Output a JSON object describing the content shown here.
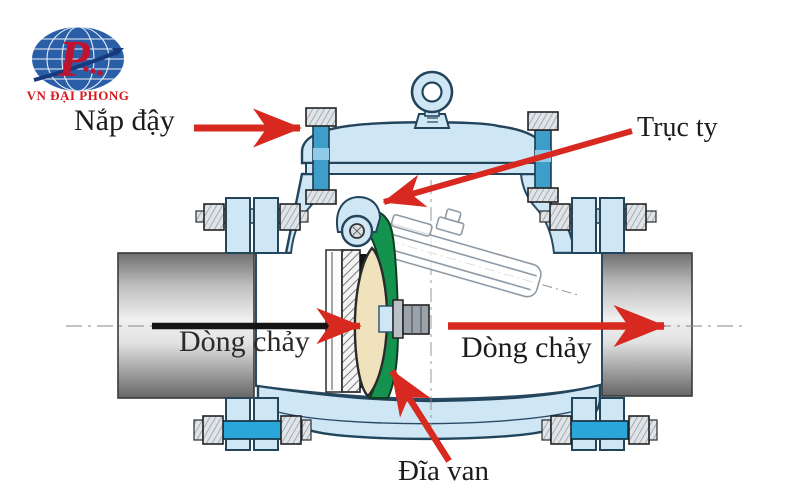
{
  "logo": {
    "text": "VN ĐẠI PHONG"
  },
  "labels": {
    "cover": "Nắp đậy",
    "stem": "Trục ty",
    "flow_left": "Dòng chảy",
    "flow_right": "Dòng chảy",
    "disc": "Đĩa van"
  },
  "colors": {
    "arrow_red": "#d7291f",
    "flow_arrow_black": "#141414",
    "valve_body_blue": "#cfe6f5",
    "outline_dark": "#23455c",
    "bonnet_stud_blue": "#3f9dca",
    "flange_bolt_blue": "#2aa6da",
    "disc_cream": "#f0e2bd",
    "arm_green": "#14934e",
    "pipe_gray": "#8f8f8f",
    "logo_globe_blue": "#2a5fa8",
    "logo_red": "#c1122f"
  }
}
